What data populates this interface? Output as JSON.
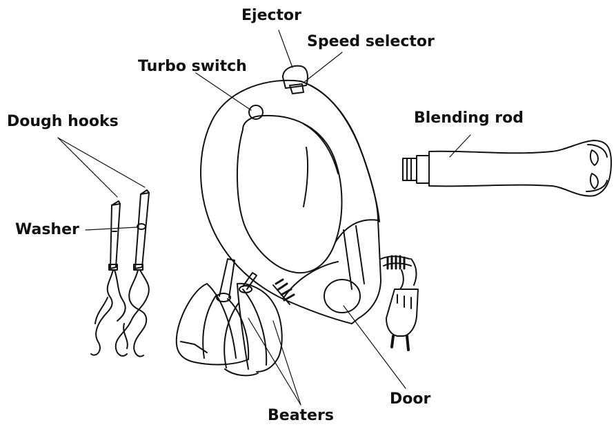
{
  "labels": {
    "ejector": "Ejector",
    "speed_selector": "Speed selector",
    "turbo_switch": "Turbo switch",
    "dough_hooks": "Dough hooks",
    "blending_rod": "Blending rod",
    "washer": "Washer",
    "door": "Door",
    "beaters": "Beaters"
  },
  "colors": {
    "stroke": "#111111",
    "background": "#ffffff"
  }
}
